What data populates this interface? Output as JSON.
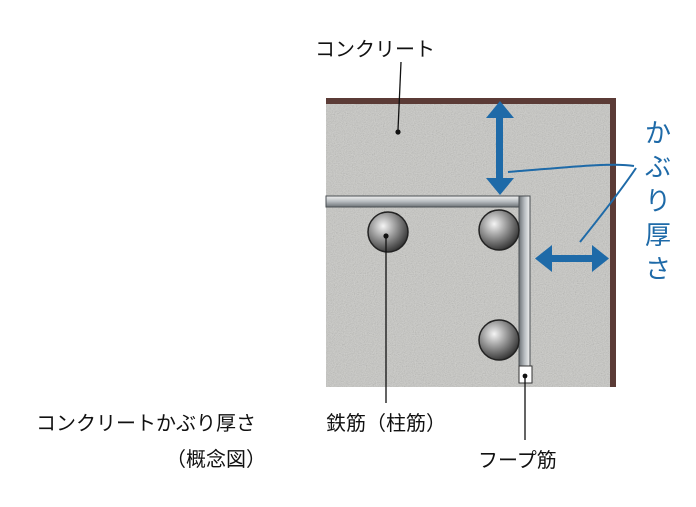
{
  "labels": {
    "concrete": "コンクリート",
    "cover_thickness_vertical": [
      "か",
      "ぶ",
      "り",
      "厚",
      "さ"
    ],
    "rebar": "鉄筋（柱筋）",
    "hoop": "フープ筋",
    "caption_line1": "コンクリートかぶり厚さ",
    "caption_line2": "（概念図）"
  },
  "colors": {
    "concrete_fill": "#d2d2cf",
    "concrete_edge": "#5b3b36",
    "arrow_blue": "#1e6aa8",
    "hoop_steel": "#9aa0a5",
    "rebar_dark": "#3b3b3b",
    "text": "#111111"
  }
}
